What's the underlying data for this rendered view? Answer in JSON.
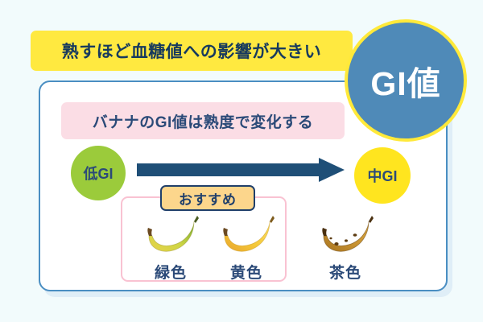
{
  "background_color": "#f2fbfc",
  "headline": {
    "text": "熟すほど血糖値への影響が大きい",
    "background_color": "#ffe940",
    "text_color": "#173a5e"
  },
  "gi_badge": {
    "label": "GI値",
    "circle_color": "#4f8ab8",
    "ring_color": "#ffe93a",
    "text_color": "#ffffff"
  },
  "card": {
    "border_color": "#4a8ec2",
    "background_color": "#ffffff",
    "subheadline": {
      "text": "バナナのGI値は熟度で変化する",
      "background_color": "#fbdde5",
      "text_color": "#2b4a78"
    },
    "scale": {
      "low": {
        "label": "低GI",
        "color": "#9bcb3b"
      },
      "high": {
        "label": "中GI",
        "color": "#ffe51f"
      },
      "arrow_color": "#1f4f77",
      "arrow_direction": "right"
    },
    "recommend_badge": {
      "label": "おすすめ",
      "fill_color": "#fcd68c",
      "border_color": "#1f3f6b"
    },
    "recommend_box_border_color": "#f9c2d2",
    "bananas": [
      {
        "label": "緑色",
        "ripeness": "green",
        "recommended": true
      },
      {
        "label": "黄色",
        "ripeness": "yellow",
        "recommended": true
      },
      {
        "label": "茶色",
        "ripeness": "brown",
        "recommended": false
      }
    ]
  }
}
